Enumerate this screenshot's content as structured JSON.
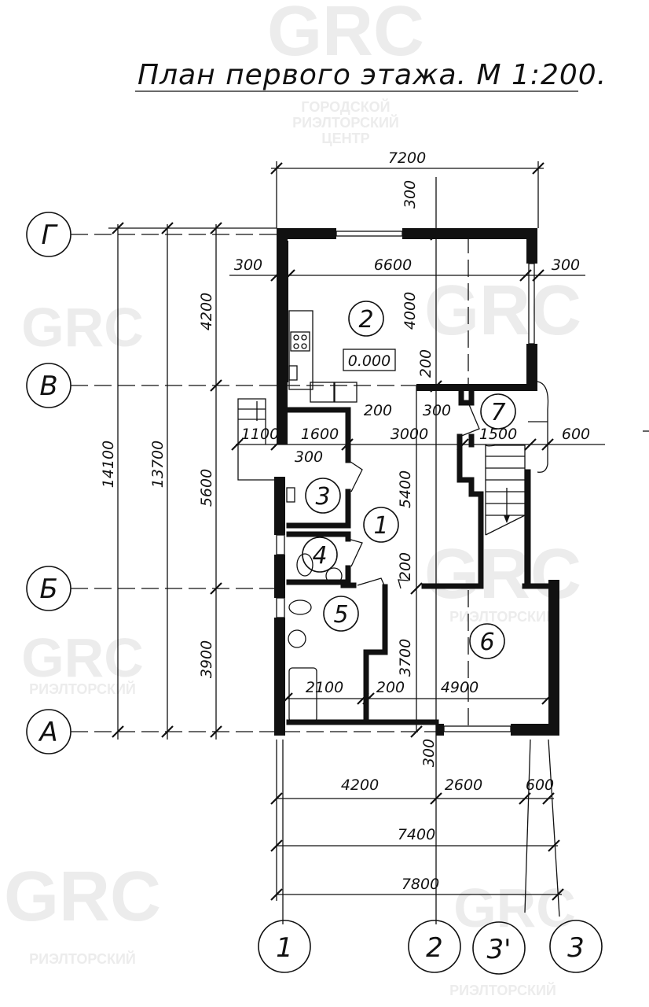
{
  "title": "План первого этажа. М 1:200.",
  "level_mark": "0.000",
  "watermark": {
    "logo": "GRC",
    "line1": "ГОРОДСКОЙ",
    "line2": "РИЭЛТОРСКИЙ",
    "line3": "ЦЕНТР"
  },
  "axes_rows": [
    "Г",
    "В",
    "Б",
    "А"
  ],
  "axes_cols": [
    "1",
    "2",
    "3'",
    "3"
  ],
  "rooms": [
    "1",
    "2",
    "3",
    "4",
    "5",
    "6",
    "7"
  ],
  "dims": {
    "top_total": "7200",
    "top_wall": "300",
    "row_a": [
      "300",
      "6600",
      "300"
    ],
    "room2_height": "4000",
    "partition_200a": "200",
    "row_b": [
      "1100",
      "1600",
      "200",
      "3000",
      "300",
      "1500",
      "600"
    ],
    "porch_300": "300",
    "hall_height": "5400",
    "partition_200b": "200",
    "bath_height": "3700",
    "row_c": [
      "2100",
      "200",
      "4900"
    ],
    "bottom_wall": "300",
    "bottom_row": [
      "4200",
      "2600",
      "600"
    ],
    "total_7400": "7400",
    "total_7800": "7800",
    "left_total_14100": "14100",
    "left_total_13700": "13700",
    "left_parts": [
      "4200",
      "5600",
      "3900"
    ]
  }
}
